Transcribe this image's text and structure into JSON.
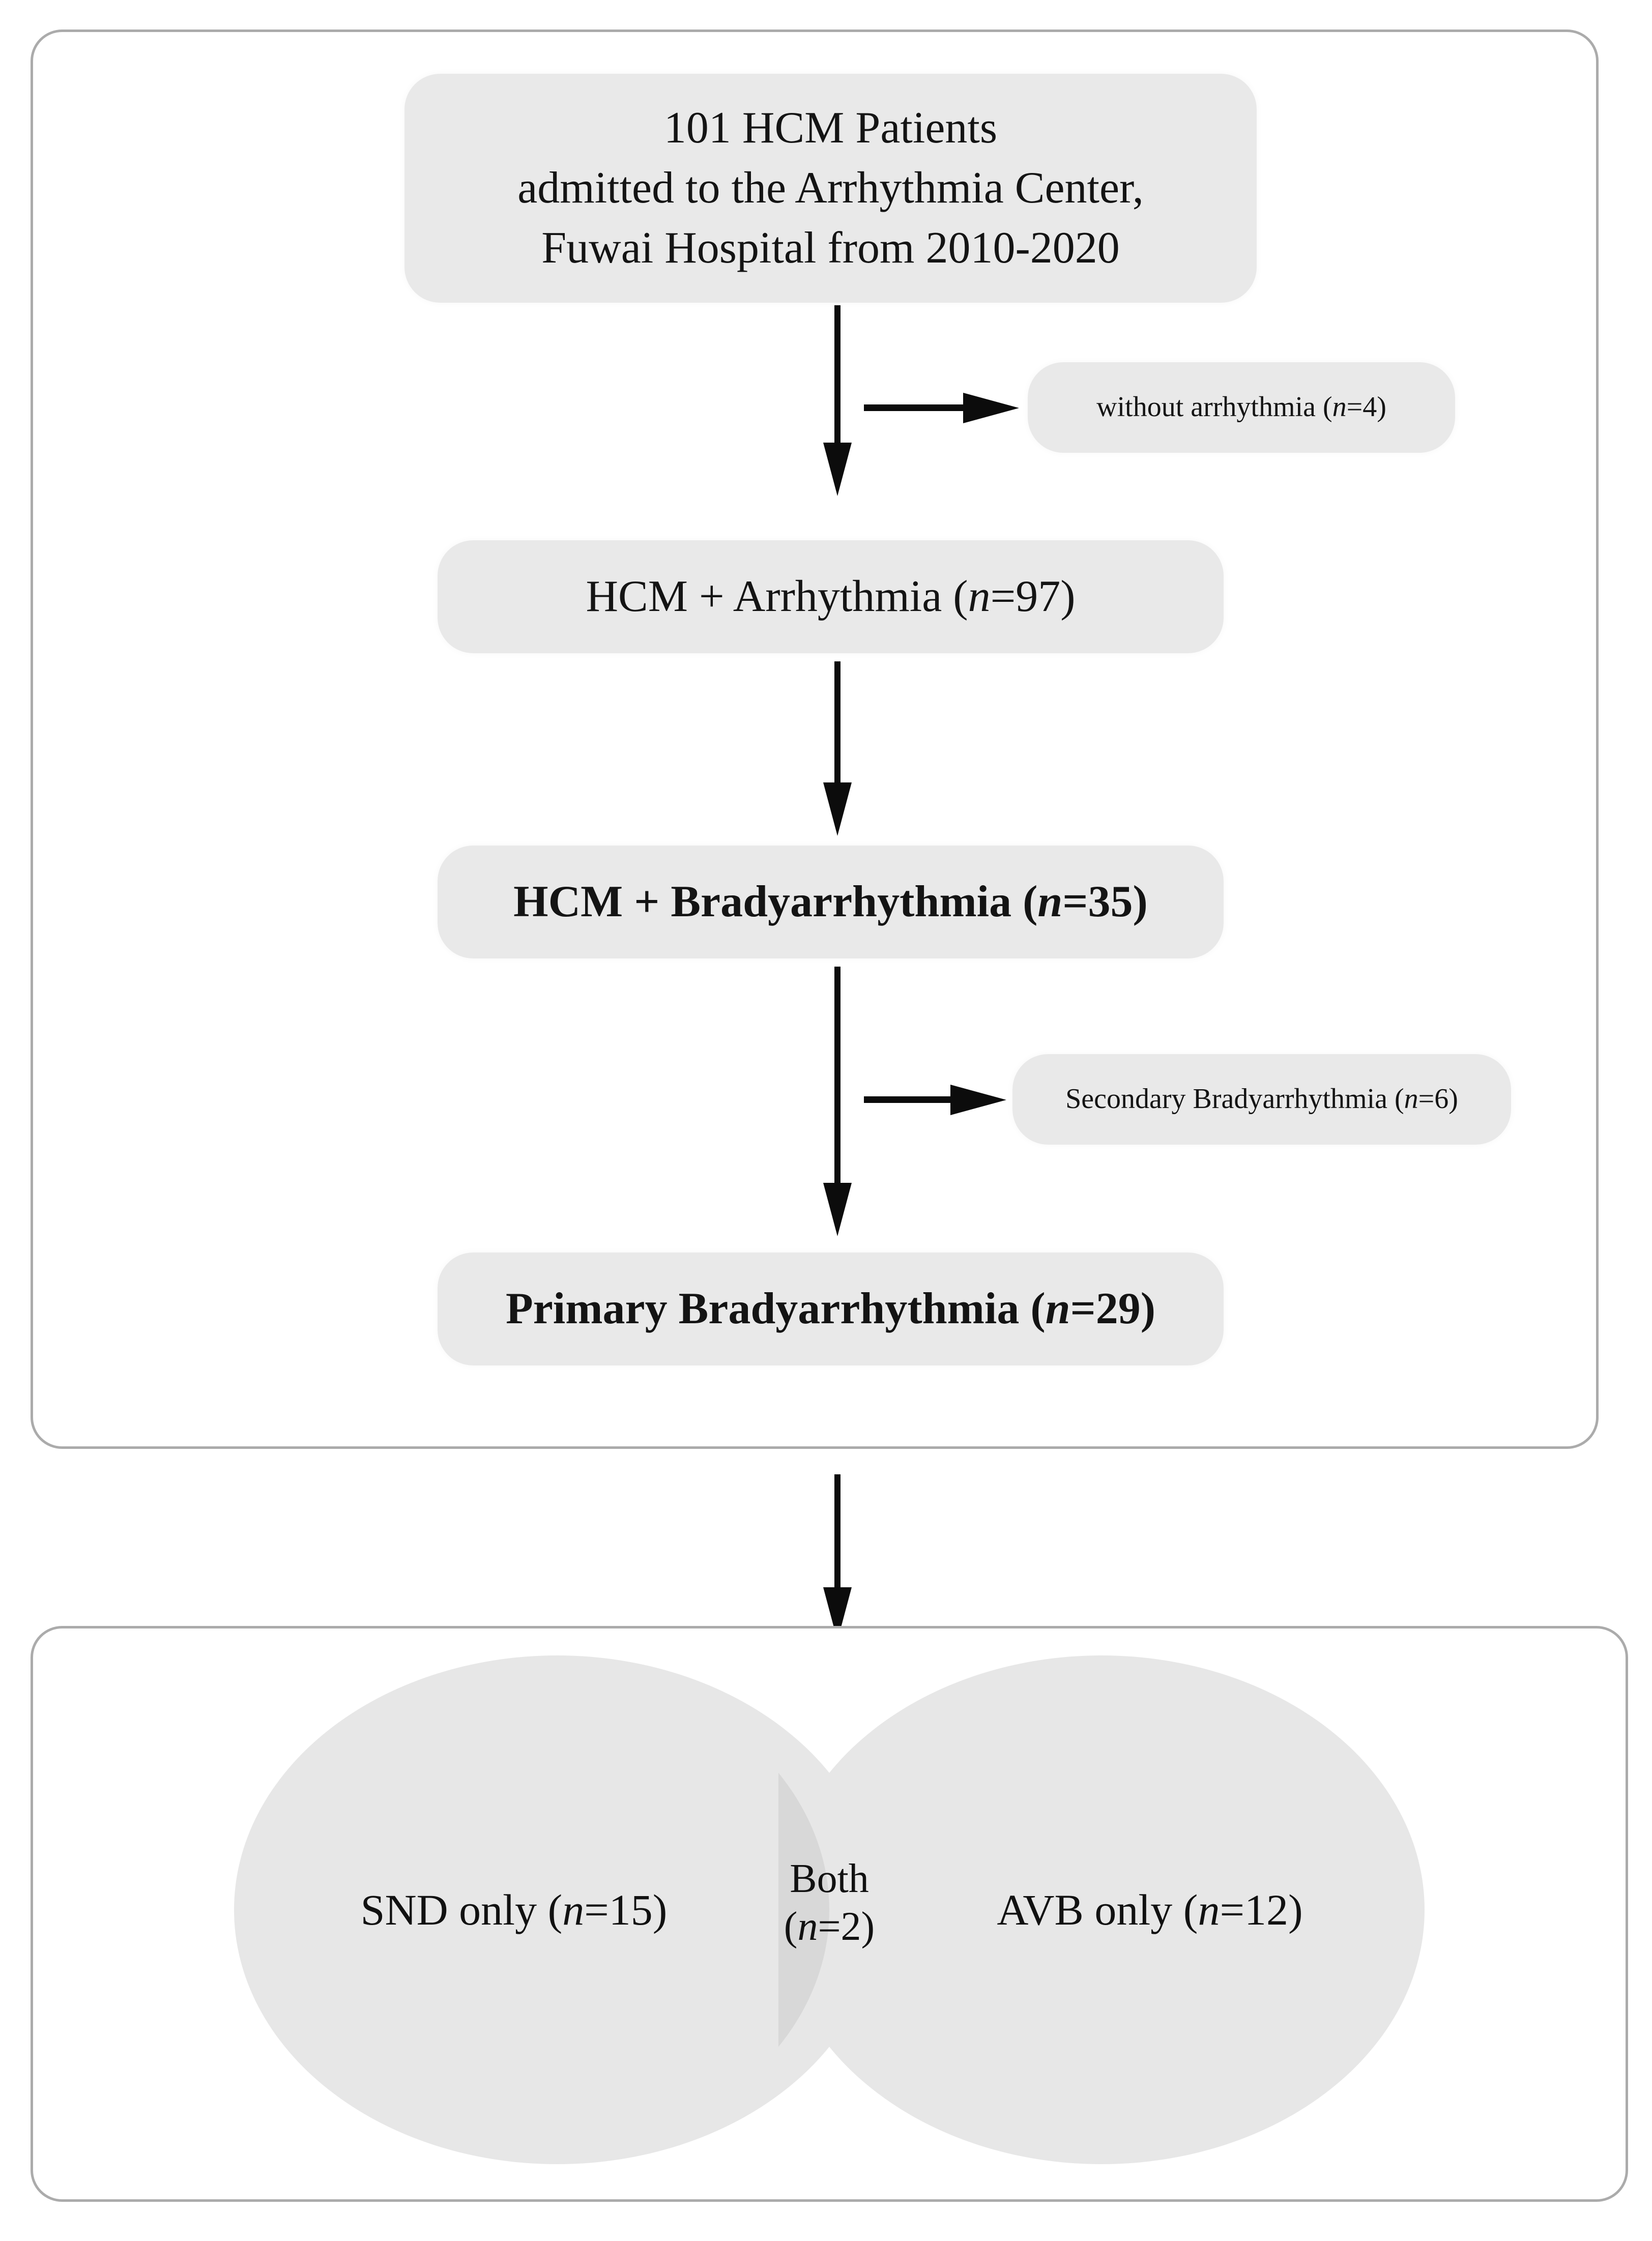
{
  "diagram": {
    "type": "flowchart-with-venn",
    "title": "HCM patient selection flowchart",
    "colors": {
      "panel_border": "#ababab",
      "node_fill": "#e9e9e9",
      "arrow": "#0c0c0c",
      "ellipse_fill": "#e7e7e7",
      "ellipse_overlap_fill": "#d8d8d8",
      "text": "#111111",
      "background": "#ffffff"
    }
  },
  "flow": {
    "nodes": [
      {
        "id": "cohort",
        "line1": "101 HCM Patients",
        "line2": "admitted to the Arrhythmia Center,",
        "line3": "Fuwai Hospital from 2010-2020",
        "bold": false,
        "n": 101
      },
      {
        "id": "arrhythmia",
        "label_prefix": "HCM + Arrhythmia (",
        "label_n": "n",
        "label_suffix": "=97)",
        "bold": false,
        "n": 97
      },
      {
        "id": "bradyarrhythmia",
        "label_prefix": "HCM + Bradyarrhythmia (",
        "label_n": "n",
        "label_suffix": "=35)",
        "bold": true,
        "n": 35
      },
      {
        "id": "primary-bradyarrhythmia",
        "label_prefix": "Primary Bradyarrhythmia (",
        "label_n": "n",
        "label_suffix": "=29)",
        "bold": true,
        "n": 29
      }
    ],
    "exclusions": [
      {
        "id": "without-arrhythmia",
        "label_prefix": "without arrhythmia (",
        "label_n": "n",
        "label_suffix": "=4)",
        "n": 4
      },
      {
        "id": "secondary-bradyarrhythmia",
        "label_prefix": "Secondary Bradyarrhythmia (",
        "label_n": "n",
        "label_suffix": "=6)",
        "n": 6
      }
    ]
  },
  "venn": {
    "left": {
      "prefix": "SND only (",
      "n_symbol": "n",
      "suffix": "=15)",
      "value": 15
    },
    "right": {
      "prefix": "AVB only (",
      "n_symbol": "n",
      "suffix": "=12)",
      "value": 12
    },
    "overlap": {
      "line1": "Both",
      "prefix": "(",
      "n_symbol": "n",
      "suffix": "=2)",
      "value": 2
    }
  },
  "chart_data": {
    "type": "table",
    "title": "HCM patient selection and bradyarrhythmia subtypes",
    "categories": [
      "101 HCM Patients admitted to the Arrhythmia Center, Fuwai Hospital from 2010-2020",
      "without arrhythmia",
      "HCM + Arrhythmia",
      "HCM + Bradyarrhythmia",
      "Secondary Bradyarrhythmia",
      "Primary Bradyarrhythmia",
      "SND only",
      "Both",
      "AVB only"
    ],
    "values": [
      101,
      4,
      97,
      35,
      6,
      29,
      15,
      2,
      12
    ]
  }
}
